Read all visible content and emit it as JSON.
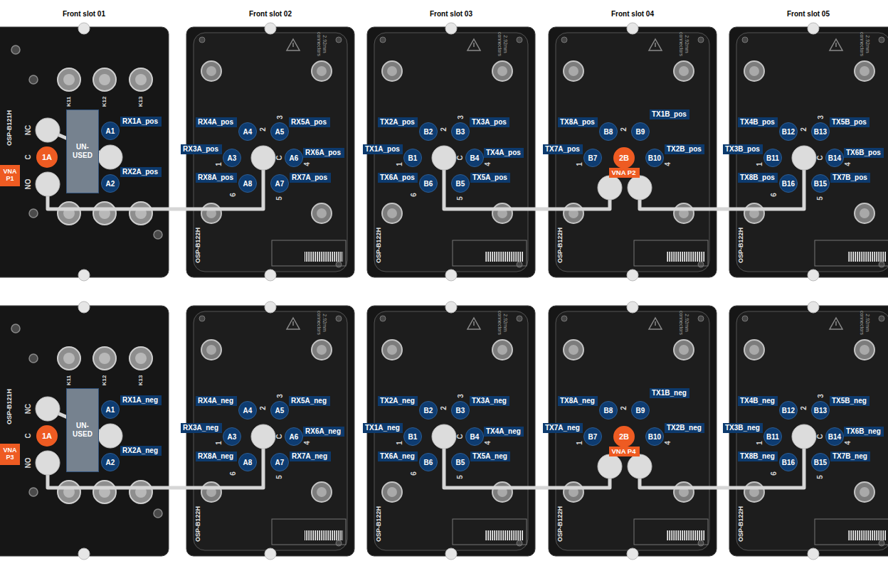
{
  "diagram": {
    "nodes": [
      {
        "text": [
          "VNA P1"
        ]
      },
      {
        "text": [
          "1A"
        ]
      },
      {
        "text": [
          "UN-USED"
        ]
      },
      {
        "text": [
          "A1"
        ]
      },
      {
        "text": [
          "RX1A_pos"
        ]
      },
      {
        "text": [
          "A2"
        ]
      },
      {
        "text": [
          "RX2A_pos"
        ]
      },
      {
        "text": [
          "RX4A_pos"
        ]
      },
      {
        "text": [
          "A4"
        ]
      },
      {
        "text": [
          "A5"
        ]
      },
      {
        "text": [
          "RX5A_pos"
        ]
      },
      {
        "text": [
          "RX3A_pos"
        ]
      },
      {
        "text": [
          "A3"
        ]
      },
      {
        "text": [
          "A6"
        ]
      },
      {
        "text": [
          "RX6A_pos"
        ]
      },
      {
        "text": [
          "RX8A_pos"
        ]
      },
      {
        "text": [
          "A8"
        ]
      },
      {
        "text": [
          "A7"
        ]
      },
      {
        "text": [
          "RX7A_pos"
        ]
      },
      {
        "text": [
          "TX2A_pos"
        ]
      },
      {
        "text": [
          "B2"
        ]
      },
      {
        "text": [
          "B3"
        ]
      },
      {
        "text": [
          "TX3A_pos"
        ]
      },
      {
        "text": [
          "TX1A_pos"
        ]
      },
      {
        "text": [
          "B1"
        ]
      },
      {
        "text": [
          "B4"
        ]
      },
      {
        "text": [
          "TX4A_pos"
        ]
      },
      {
        "text": [
          "TX6A_pos"
        ]
      },
      {
        "text": [
          "B6"
        ]
      },
      {
        "text": [
          "B5"
        ]
      },
      {
        "text": [
          "TX5A_pos"
        ]
      },
      {
        "text": [
          "TX8A_pos"
        ]
      },
      {
        "text": [
          "B8"
        ]
      },
      {
        "text": [
          "B9"
        ]
      },
      {
        "text": [
          "TX1B_pos"
        ]
      },
      {
        "text": [
          "TX7A_pos"
        ]
      },
      {
        "text": [
          "B7"
        ]
      },
      {
        "text": [
          "2B"
        ]
      },
      {
        "text": [
          "B10"
        ]
      },
      {
        "text": [
          "TX2B_pos"
        ]
      },
      {
        "text": [
          "VNA P2"
        ]
      },
      {
        "text": [
          "TX4B_pos"
        ]
      },
      {
        "text": [
          "B12"
        ]
      },
      {
        "text": [
          "B13"
        ]
      },
      {
        "text": [
          "TX5B_pos"
        ]
      },
      {
        "text": [
          "TX3B_pos"
        ]
      },
      {
        "text": [
          "B11"
        ]
      },
      {
        "text": [
          "B14"
        ]
      },
      {
        "text": [
          "TX6B_pos"
        ]
      },
      {
        "text": [
          "TX8B_pos"
        ]
      },
      {
        "text": [
          "B16"
        ]
      },
      {
        "text": [
          "B15"
        ]
      },
      {
        "text": [
          "TX7B_pos"
        ]
      },
      {
        "text": [
          "VNA P3"
        ]
      },
      {
        "text": [
          "1A"
        ]
      },
      {
        "text": [
          "UN-USED"
        ]
      },
      {
        "text": [
          "A1"
        ]
      },
      {
        "text": [
          "RX1A_neg"
        ]
      },
      {
        "text": [
          "A2"
        ]
      },
      {
        "text": [
          "RX2A_neg"
        ]
      },
      {
        "text": [
          "RX4A_neg"
        ]
      },
      {
        "text": [
          "A4"
        ]
      },
      {
        "text": [
          "A5"
        ]
      },
      {
        "text": [
          "RX5A_neg"
        ]
      },
      {
        "text": [
          "RX3A_neg"
        ]
      },
      {
        "text": [
          "A3"
        ]
      },
      {
        "text": [
          "A6"
        ]
      },
      {
        "text": [
          "RX6A_neg"
        ]
      },
      {
        "text": [
          "RX8A_neg"
        ]
      },
      {
        "text": [
          "A8"
        ]
      },
      {
        "text": [
          "A7"
        ]
      },
      {
        "text": [
          "RX7A_neg"
        ]
      },
      {
        "text": [
          "TX2A_neg"
        ]
      },
      {
        "text": [
          "B2"
        ]
      },
      {
        "text": [
          "B3"
        ]
      },
      {
        "text": [
          "TX3A_neg"
        ]
      },
      {
        "text": [
          "TX1A_neg"
        ]
      },
      {
        "text": [
          "B1"
        ]
      },
      {
        "text": [
          "B4"
        ]
      },
      {
        "text": [
          "TX4A_neg"
        ]
      },
      {
        "text": [
          "TX6A_neg"
        ]
      },
      {
        "text": [
          "B6"
        ]
      },
      {
        "text": [
          "B5"
        ]
      },
      {
        "text": [
          "TX5A_neg"
        ]
      },
      {
        "text": [
          "TX8A_neg"
        ]
      },
      {
        "text": [
          "B8"
        ]
      },
      {
        "text": [
          "B9"
        ]
      },
      {
        "text": [
          "TX1B_neg"
        ]
      },
      {
        "text": [
          "TX7A_neg"
        ]
      },
      {
        "text": [
          "B7"
        ]
      },
      {
        "text": [
          "2B"
        ]
      },
      {
        "text": [
          "B10"
        ]
      },
      {
        "text": [
          "TX2B_neg"
        ]
      },
      {
        "text": [
          "VNA P4"
        ]
      },
      {
        "text": [
          "TX4B_neg"
        ]
      },
      {
        "text": [
          "B12"
        ]
      },
      {
        "text": [
          "B13"
        ]
      },
      {
        "text": [
          "TX5B_neg"
        ]
      },
      {
        "text": [
          "TX3B_neg"
        ]
      },
      {
        "text": [
          "B11"
        ]
      },
      {
        "text": [
          "B14"
        ]
      },
      {
        "text": [
          "TX6B_neg"
        ]
      },
      {
        "text": [
          "TX8B_neg"
        ]
      },
      {
        "text": [
          "B16"
        ]
      },
      {
        "text": [
          "B15"
        ]
      },
      {
        "text": [
          "TX7B_neg"
        ]
      }
    ],
    "labels": [
      "Front slot 01",
      "Front slot 02",
      "Front slot 03",
      "Front slot 04",
      "Front slot 05",
      "NC",
      "C",
      "NO",
      "K11",
      "K12",
      "K13",
      "OSP-B121H",
      "2.92mm connectors",
      "2",
      "3",
      "1",
      "C",
      "4",
      "6",
      "5",
      "OSP-B122H",
      "2.92mm connectors",
      "2",
      "3",
      "1",
      "C",
      "4",
      "6",
      "5",
      "OSP-B122H",
      "2.92mm connectors",
      "2",
      "1",
      "4",
      "OSP-B122H",
      "2.92mm connectors",
      "2",
      "3",
      "1",
      "C",
      "4",
      "6",
      "5",
      "OSP-B122H",
      "NC",
      "C",
      "NO",
      "K11",
      "K12",
      "K13",
      "OSP-B121H",
      "2.92mm connectors",
      "2",
      "3",
      "1",
      "C",
      "4",
      "6",
      "5",
      "OSP-B122H",
      "2.92mm connectors",
      "2",
      "3",
      "1",
      "C",
      "4",
      "6",
      "5",
      "OSP-B122H",
      "2.92mm connectors",
      "2",
      "1",
      "4",
      "OSP-B122H",
      "2.92mm connectors",
      "2",
      "3",
      "1",
      "C",
      "4",
      "6",
      "5",
      "OSP-B122H"
    ]
  }
}
